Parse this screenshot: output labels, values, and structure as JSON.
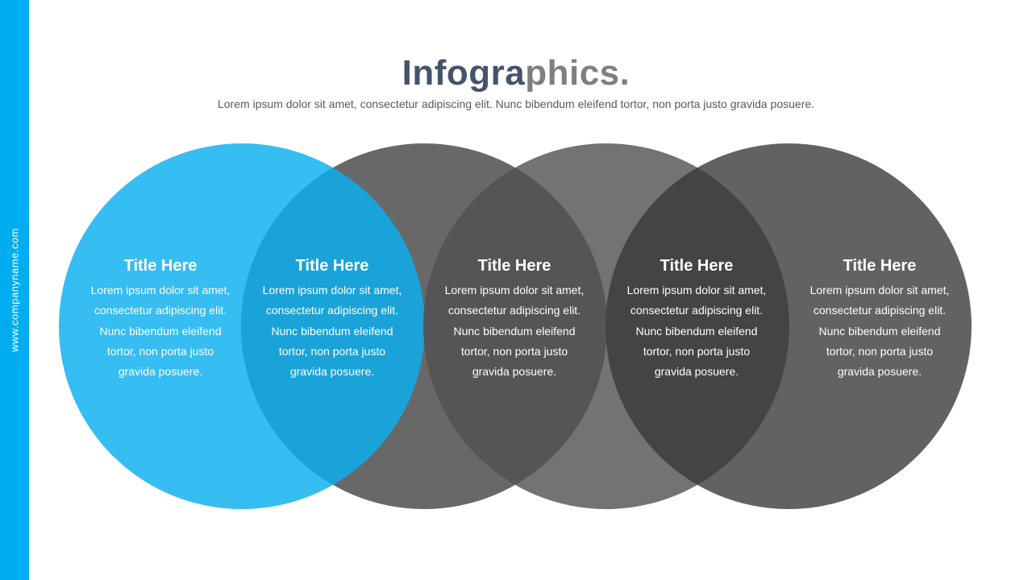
{
  "sidebar": {
    "website": "www.companyname.com",
    "color": "#00adef"
  },
  "header": {
    "title_main": "Infogra",
    "title_accent": "phics.",
    "subtitle": "Lorem ipsum dolor sit amet, consectetur adipiscing elit. Nunc bibendum eleifend tortor, non porta justo gravida posuere."
  },
  "circles": [
    {
      "color": "#36bdf2"
    },
    {
      "color": "#686868"
    },
    {
      "color": "#737373"
    },
    {
      "color": "#626262"
    }
  ],
  "overlap_colors": [
    "#1aa3d8",
    "#555555",
    "#444444"
  ],
  "blocks": [
    {
      "title": "Title Here",
      "text": "Lorem ipsum dolor sit amet, consectetur adipiscing elit. Nunc bibendum eleifend tortor, non porta justo gravida posuere."
    },
    {
      "title": "Title Here",
      "text": "Lorem ipsum dolor sit amet, consectetur adipiscing elit. Nunc bibendum eleifend tortor, non porta justo gravida posuere."
    },
    {
      "title": "Title Here",
      "text": "Lorem ipsum dolor sit amet, consectetur adipiscing elit. Nunc bibendum eleifend tortor, non porta justo gravida posuere."
    },
    {
      "title": "Title Here",
      "text": "Lorem ipsum dolor sit amet, consectetur adipiscing elit. Nunc bibendum eleifend tortor, non porta justo gravida posuere."
    },
    {
      "title": "Title Here",
      "text": "Lorem ipsum dolor sit amet, consectetur adipiscing elit. Nunc bibendum eleifend tortor, non porta justo gravida posuere."
    }
  ]
}
